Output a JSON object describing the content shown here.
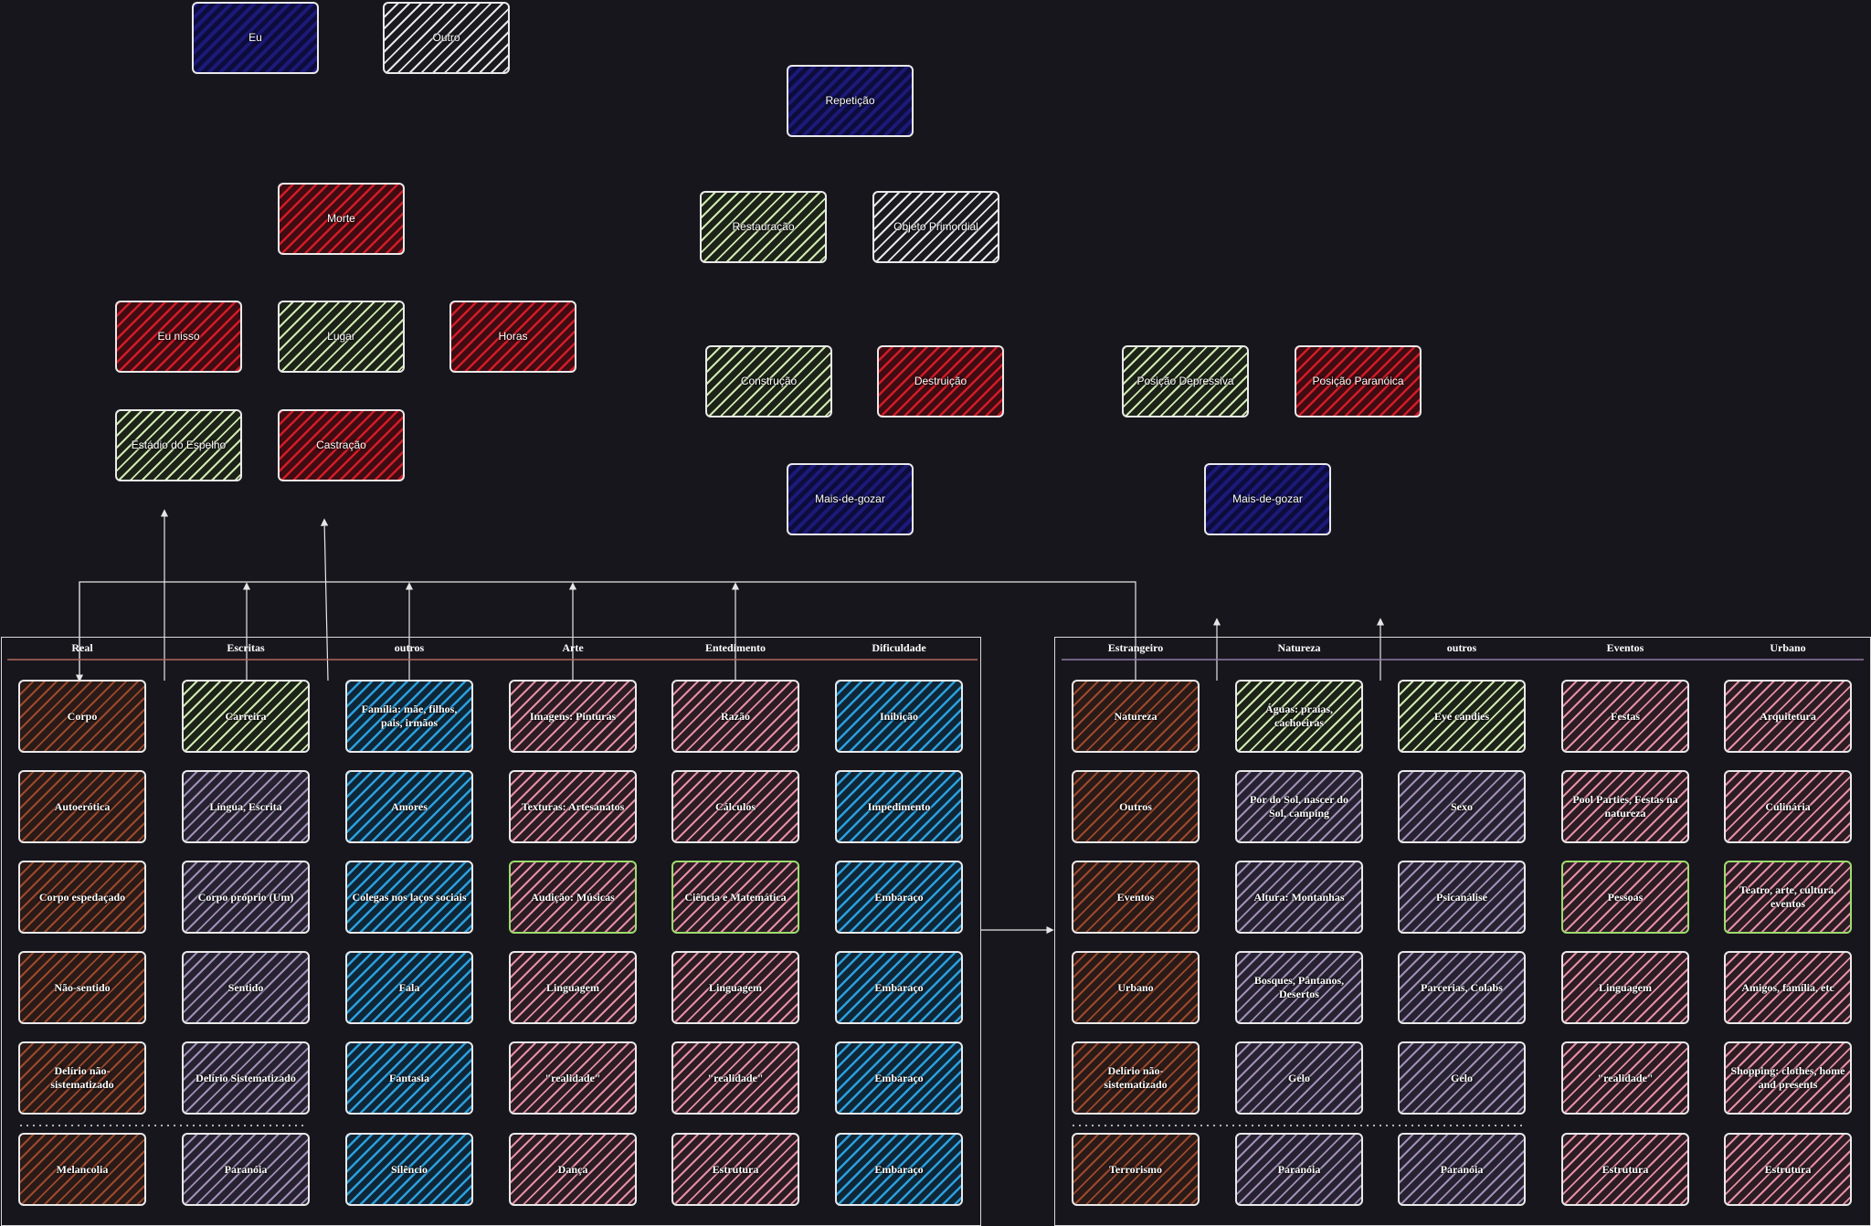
{
  "top_nodes": {
    "eu": "Eu",
    "outro": "Outro",
    "repeticao": "Repetição",
    "morte": "Morte",
    "restauracao": "Restauração",
    "objeto_primordial": "Objeto Primordial",
    "eu_nisso": "Eu nisso",
    "lugar": "Lugar",
    "horas": "Horas",
    "construcao": "Construção",
    "destruicao": "Destruição",
    "posicao_depressiva": "Posição Depressiva",
    "posicao_paranoica": "Posição Paranóica",
    "estadio_do_espelho": "Estádio do Espelho",
    "castracao": "Castração",
    "mais_de_gozar_1": "Mais-de-gozar",
    "mais_de_gozar_2": "Mais-de-gozar"
  },
  "left_table": {
    "headers": [
      "Real",
      "Escritas",
      "outros",
      "Arte",
      "Entedimento",
      "Dificuldade"
    ],
    "rows": [
      [
        "Corpo",
        "Carreira",
        "Família: mãe, filhos, pais, irmãos",
        "Imagens: Pinturas",
        "Razão",
        "Inibição"
      ],
      [
        "Autoerótica",
        "Língua, Escrita",
        "Amores",
        "Texturas: Artesanatos",
        "Cálculos",
        "Impedimento"
      ],
      [
        "Corpo espedaçado",
        "Corpo próprio (Um)",
        "Colegas nos laços sociais",
        "Audição: Músicas",
        "Ciência e Matemática",
        "Embaraço"
      ],
      [
        "Não-sentido",
        "Sentido",
        "Fala",
        "Linguagem",
        "Linguagem",
        "Embaraço"
      ],
      [
        "Delírio não-sistematizado",
        "Delírio Sistematizado",
        "Fantasia",
        "\"realidade\"",
        "\"realidade\"",
        "Embaraço"
      ],
      [
        "Melancolia",
        "Paranóia",
        "Silêncio",
        "Dança",
        "Estrutura",
        "Embaraço"
      ]
    ]
  },
  "right_table": {
    "headers": [
      "Estrangeiro",
      "Natureza",
      "outros",
      "Eventos",
      "Urbano"
    ],
    "rows": [
      [
        "Natureza",
        "Águas: praias, cachoeiras",
        "Eye candies",
        "Festas",
        "Arquitetura"
      ],
      [
        "Outros",
        "Por do Sol, nascer do Sol, camping",
        "Sexo",
        "Pool Parties, Festas na natureza",
        "Culinária"
      ],
      [
        "Eventos",
        "Altura: Montanhas",
        "Psicanálise",
        "Pessoas",
        "Teatro, arte, cultura, eventos"
      ],
      [
        "Urbano",
        "Bosques, Pântanos, Desertos",
        "Parcerias, Colabs",
        "Linguagem",
        "Amigos, família, etc"
      ],
      [
        "Delírio não-sistematizado",
        "Gelo",
        "Gelo",
        "\"realidade\"",
        "Shopping: clothes, home and presents"
      ],
      [
        "Terrorismo",
        "Paranóia",
        "Paranóia",
        "Estrutura",
        "Estrutura"
      ]
    ]
  },
  "colors": {
    "background": "#18161d",
    "blue": "#1c1a78",
    "red": "#d21c27",
    "green": "#cfe8b2",
    "white": "#e6e6e6",
    "brown": "#9c4a2c",
    "purple": "#a08fb5",
    "pink": "#e48fa3",
    "cyan": "#2c9fdc",
    "green_border": "#9cdc6c"
  }
}
